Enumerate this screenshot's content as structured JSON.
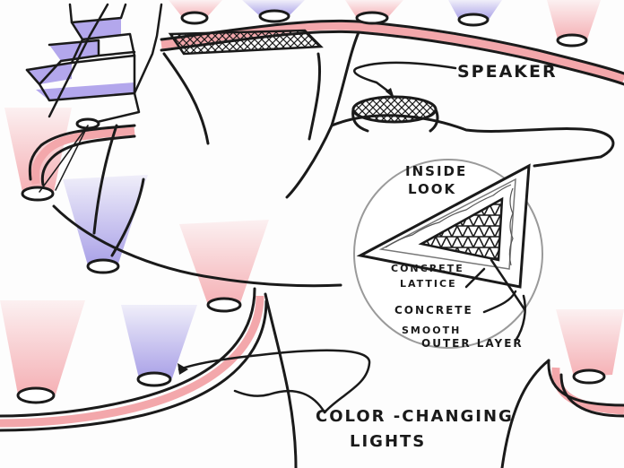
{
  "labels": {
    "speaker": "SPEAKER",
    "inside_look_line1": "INSIDE",
    "inside_look_line2": "LOOK",
    "concrete_lattice_line1": "CONCRETE",
    "concrete_lattice_line2": "LATTICE",
    "concrete": "CONCRETE",
    "smooth_outer_line1": "SMOOTH",
    "smooth_outer_line2": "OUTER LAYER",
    "lights_line1": "COLOR -CHANGING",
    "lights_line2": "LIGHTS"
  },
  "colors": {
    "ink": "#1a1a1a",
    "pink_light": "#f4a8ad",
    "violet_light": "#a59ce6",
    "pink_strip": "#f3a7ab",
    "stair_violet": "#b3a7ec",
    "detail_circle": "#9a9a9a"
  }
}
